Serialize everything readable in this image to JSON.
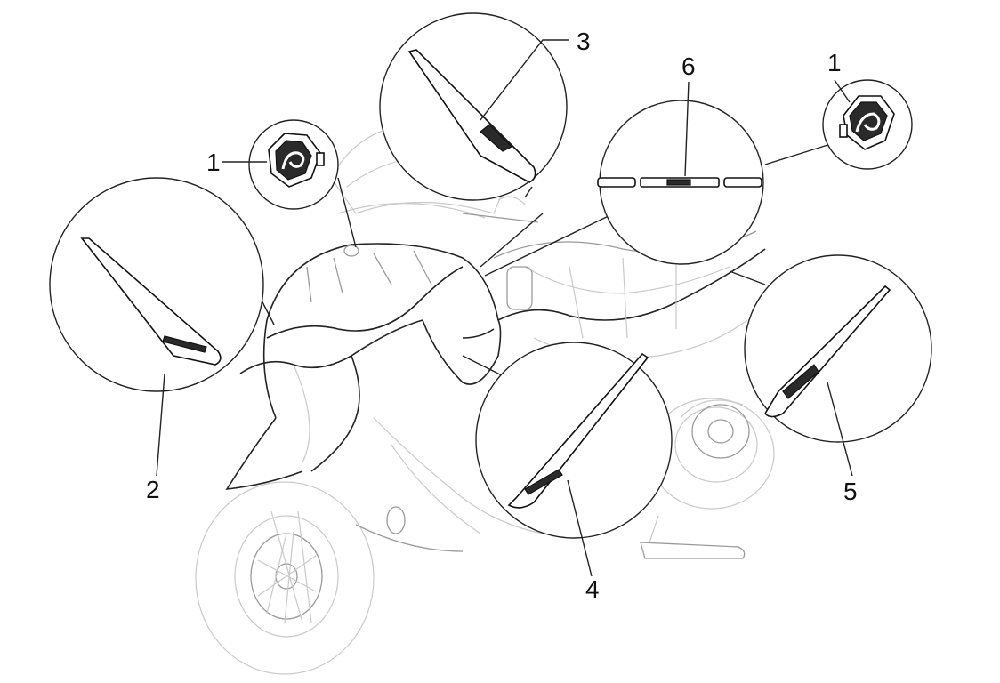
{
  "diagram": {
    "callouts": [
      {
        "id": "c1-left",
        "label": "1"
      },
      {
        "id": "c1-right",
        "label": "1"
      },
      {
        "id": "c2",
        "label": "2"
      },
      {
        "id": "c3",
        "label": "3"
      },
      {
        "id": "c4",
        "label": "4"
      },
      {
        "id": "c5",
        "label": "5"
      },
      {
        "id": "c6",
        "label": "6"
      }
    ]
  }
}
